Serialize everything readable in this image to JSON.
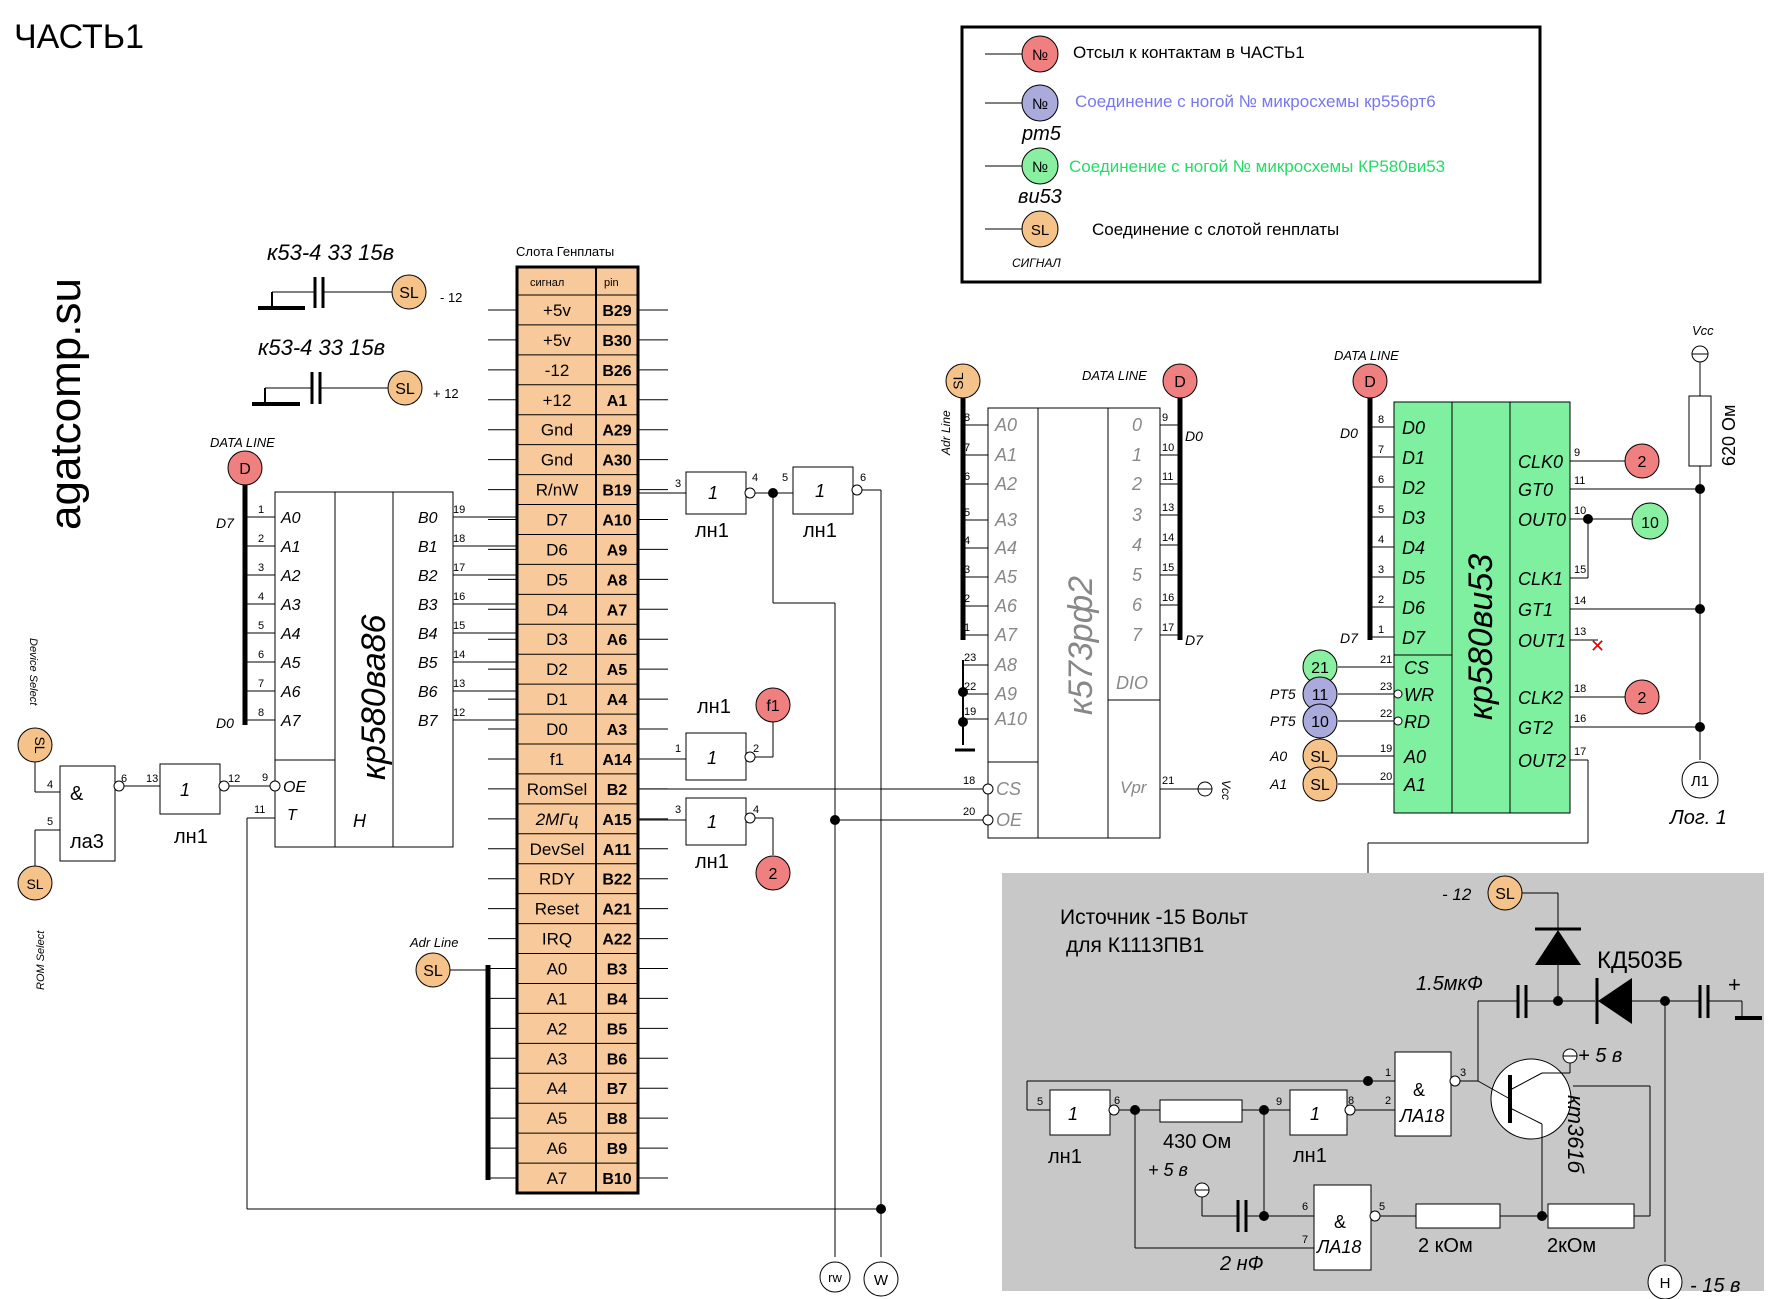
{
  "page_title": "ЧАСТЬ1",
  "site": "agatcomp.su",
  "legend": [
    {
      "symbol": "№",
      "color": "#f08080",
      "text": "Отсыл к контактам в ЧАСТЬ1",
      "text_color": "#000000",
      "sub": ""
    },
    {
      "symbol": "№",
      "color": "#aaaadd",
      "text": "Соединение с ногой № микросхемы кр556рт6",
      "text_color": "#7777ee",
      "sub": "рт5"
    },
    {
      "symbol": "№",
      "color": "#88f0a0",
      "text": "Соединение с ногой № микросхемы КР580ви53",
      "text_color": "#22dd66",
      "sub": "ви53"
    },
    {
      "symbol": "SL",
      "color": "#f5c28a",
      "text": "Соединение с слотой генплаты",
      "text_color": "#000000",
      "sub": "СИГНАЛ"
    }
  ],
  "capacitors": [
    {
      "label": "к53-4 33 15в",
      "slot": "SL",
      "voltage": "- 12"
    },
    {
      "label": "к53-4 33 15в",
      "slot": "SL",
      "voltage": "+ 12"
    }
  ],
  "slot": {
    "title": "Слота Генплаты",
    "header": [
      "сигнал",
      "pin"
    ],
    "rows": [
      [
        "+5v",
        "B29"
      ],
      [
        "+5v",
        "B30"
      ],
      [
        "-12",
        "B26"
      ],
      [
        "+12",
        "A1"
      ],
      [
        "Gnd",
        "A29"
      ],
      [
        "Gnd",
        "A30"
      ],
      [
        "R/nW",
        "B19"
      ],
      [
        "D7",
        "A10"
      ],
      [
        "D6",
        "A9"
      ],
      [
        "D5",
        "A8"
      ],
      [
        "D4",
        "A7"
      ],
      [
        "D3",
        "A6"
      ],
      [
        "D2",
        "A5"
      ],
      [
        "D1",
        "A4"
      ],
      [
        "D0",
        "A3"
      ],
      [
        "f1",
        "A14"
      ],
      [
        "RomSel",
        "B2"
      ],
      [
        "2МГц",
        "A15"
      ],
      [
        "DevSel",
        "A11"
      ],
      [
        "RDY",
        "B22"
      ],
      [
        "Reset",
        "A21"
      ],
      [
        "IRQ",
        "A22"
      ],
      [
        "A0",
        "B3"
      ],
      [
        "A1",
        "B4"
      ],
      [
        "A2",
        "B5"
      ],
      [
        "A3",
        "B6"
      ],
      [
        "A4",
        "B7"
      ],
      [
        "A5",
        "B8"
      ],
      [
        "A6",
        "B9"
      ],
      [
        "A7",
        "B10"
      ]
    ]
  },
  "chip_va86": {
    "name": "кр580ва86",
    "a_pins": [
      "A0",
      "A1",
      "A2",
      "A3",
      "A4",
      "A5",
      "A6",
      "A7"
    ],
    "b_pins": [
      "B0",
      "B1",
      "B2",
      "B3",
      "B4",
      "B5",
      "B6",
      "B7"
    ],
    "a_nums": [
      "1",
      "2",
      "3",
      "4",
      "5",
      "6",
      "7",
      "8"
    ],
    "b_nums": [
      "19",
      "18",
      "17",
      "16",
      "15",
      "14",
      "13",
      "12"
    ],
    "oe": "OE",
    "t": "T",
    "h": "H",
    "oe_num": "9",
    "t_num": "11",
    "data_line": "DATA LINE",
    "d7": "D7",
    "d0": "D0",
    "d_symbol": "D"
  },
  "chip_rf2": {
    "name": "к573рф2",
    "a_pins": [
      "A0",
      "A1",
      "A2",
      "A3",
      "A4",
      "A5",
      "A6",
      "A7",
      "A8",
      "A9",
      "A10"
    ],
    "a_nums": [
      "8",
      "7",
      "6",
      "5",
      "4",
      "3",
      "2",
      "1",
      "23",
      "22",
      "19"
    ],
    "d_pins": [
      "0",
      "1",
      "2",
      "3",
      "4",
      "5",
      "6",
      "7"
    ],
    "d_nums": [
      "9",
      "10",
      "11",
      "13",
      "14",
      "15",
      "16",
      "17"
    ],
    "dio": "DIO",
    "cs": "CS",
    "oe": "OE",
    "cs_num": "18",
    "oe_num": "20",
    "vpr": "Vpr",
    "vpr_num": "21",
    "vcc": "Vcc",
    "adr_line": "Adr Line",
    "data_line": "DATA LINE",
    "d0": "D0",
    "d7": "D7"
  },
  "chip_vi53": {
    "name": "кр580ви53",
    "d_pins": [
      "D0",
      "D1",
      "D2",
      "D3",
      "D4",
      "D5",
      "D6",
      "D7"
    ],
    "d_nums": [
      "8",
      "7",
      "6",
      "5",
      "4",
      "3",
      "2",
      "1"
    ],
    "ctl_pins": [
      "CS",
      "WR",
      "RD",
      "A0",
      "A1"
    ],
    "ctl_nums": [
      "21",
      "23",
      "22",
      "19",
      "20"
    ],
    "right_pins": [
      "CLK0",
      "GT0",
      "OUT0",
      "CLK1",
      "GT1",
      "OUT1",
      "CLK2",
      "GT2",
      "OUT2"
    ],
    "right_nums": [
      "9",
      "11",
      "10",
      "15",
      "14",
      "13",
      "18",
      "16",
      "17"
    ],
    "data_line": "DATA LINE",
    "d0": "D0",
    "d7": "D7",
    "rt5": "PT5",
    "a0": "A0",
    "a1": "A1",
    "ctl_symbols": [
      "21",
      "11",
      "10",
      "SL",
      "SL"
    ]
  },
  "misc": {
    "vcc": "Vcc",
    "r620": "620 Ом",
    "l1": "Л1",
    "log1": "Лог. 1",
    "ln1": "лн1",
    "la3": "ла3",
    "amp": "&",
    "one": "1",
    "f1": "f1",
    "two": "2",
    "ten": "10",
    "device_select": "Device Select",
    "rom_select": "ROM Select",
    "rw": "rw",
    "w": "W",
    "pins": {
      "p3": "3",
      "p4": "4",
      "p5": "5",
      "p6": "6",
      "p1": "1",
      "p2": "2",
      "p13": "13",
      "p12": "12",
      "p9": "9",
      "p11": "11"
    }
  },
  "psu": {
    "title_line1": "Источник -15 Вольт",
    "title_line2": "для К1113ПВ1",
    "m12": "- 12",
    "diode": "КД503Б",
    "cap1": "1.5мкФ",
    "plus": "+",
    "p5v": "+ 5 в",
    "transistor": "кт361б",
    "la18": "ЛА18",
    "r430": "430 Ом",
    "r2k1": "2 кОм",
    "r2k2": "2кОм",
    "cap2": "2 нФ",
    "m15": "- 15 в",
    "h": "H",
    "ln1": "лн1"
  }
}
